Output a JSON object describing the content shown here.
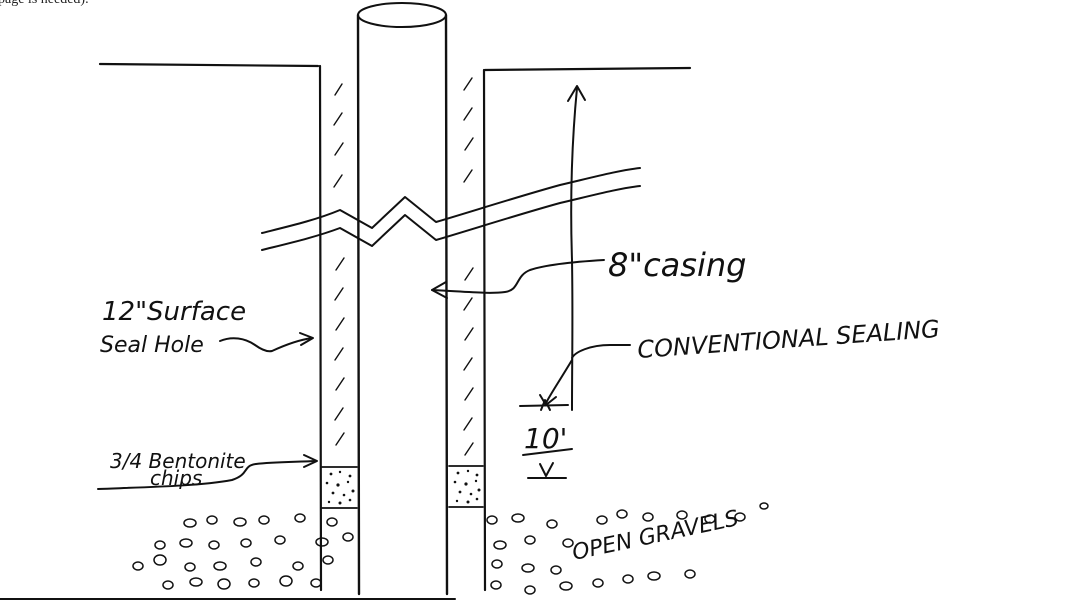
{
  "caption": "page is needed).",
  "labels": {
    "surface_seal_1": "12\"Surface",
    "surface_seal_2": "Seal Hole",
    "bentonite_1": "3/4 Bentonite",
    "bentonite_2": "chips",
    "casing": "8\"casing",
    "conventional_sealing": "CONVENTIONAL SEALING",
    "depth": "10'",
    "gravel": "OPEN GRAVELS"
  },
  "colors": {
    "ink": "#111111",
    "paper": "#ffffff"
  }
}
